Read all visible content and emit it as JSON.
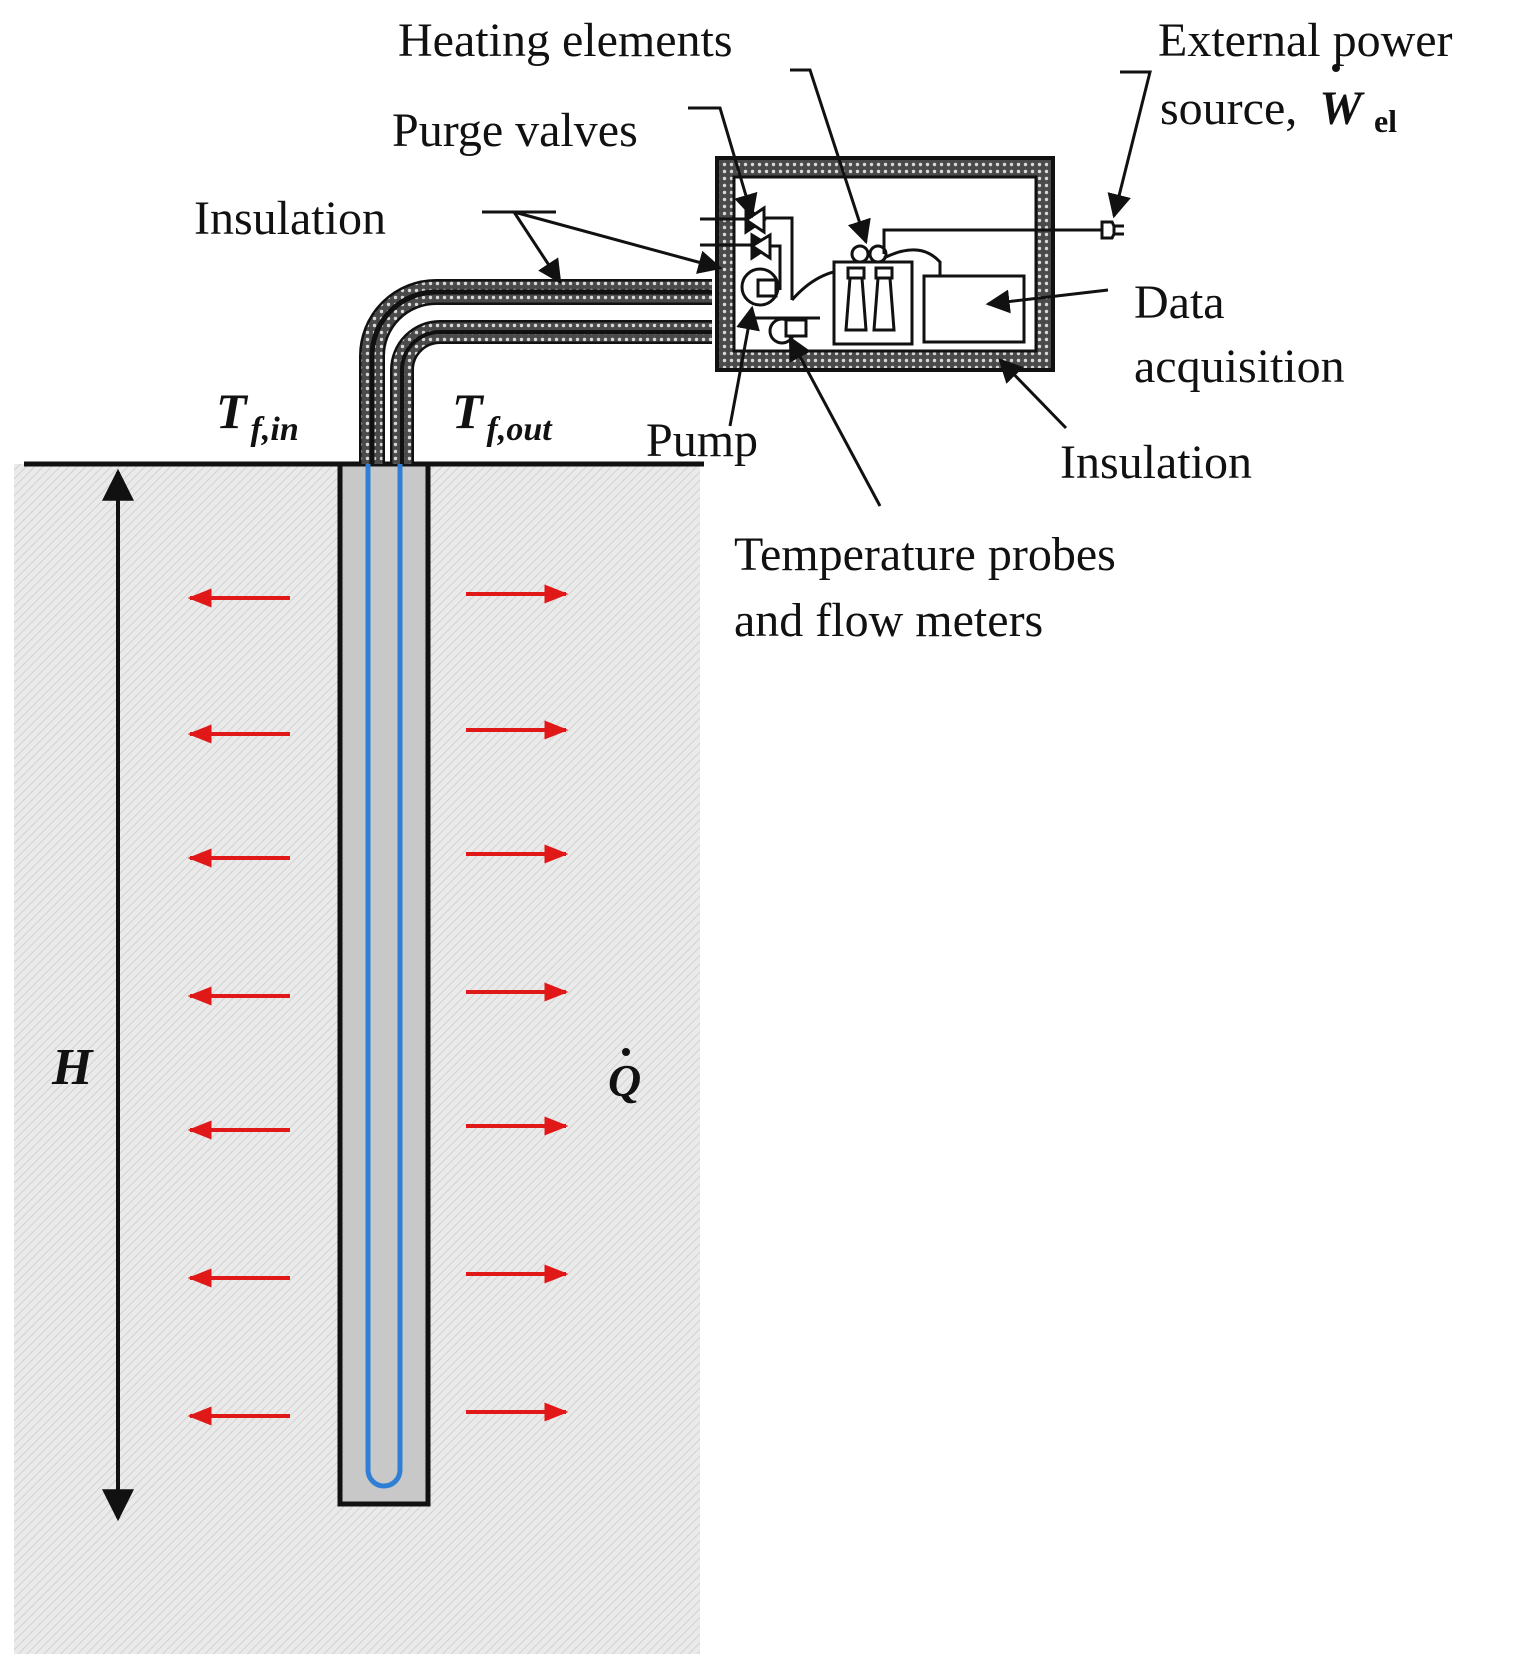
{
  "labels": {
    "heating_elements": "Heating elements",
    "external_power_line1": "External power",
    "external_power_line2": "source,",
    "power_symbol": "W",
    "power_subscript": "el",
    "purge_valves": "Purge valves",
    "insulation_top": "Insulation",
    "data_acq_line1": "Data",
    "data_acq_line2": "acquisition",
    "insulation_bottom": "Insulation",
    "pump": "Pump",
    "temp_line1": "Temperature probes",
    "temp_line2": "and flow meters",
    "t_in_symbol": "T",
    "t_in_sub": "f,in",
    "t_out_symbol": "T",
    "t_out_sub": "f,out",
    "h_symbol": "H",
    "q_symbol": "Q"
  },
  "colors": {
    "ground_fill": "#e4e4e4",
    "borehole_fill": "#c8c8c8",
    "loop_pipe": "#2f7fd6",
    "heat_arrow": "#e01818",
    "outline": "#111111",
    "insulation_fill": "#8a8a8a"
  }
}
